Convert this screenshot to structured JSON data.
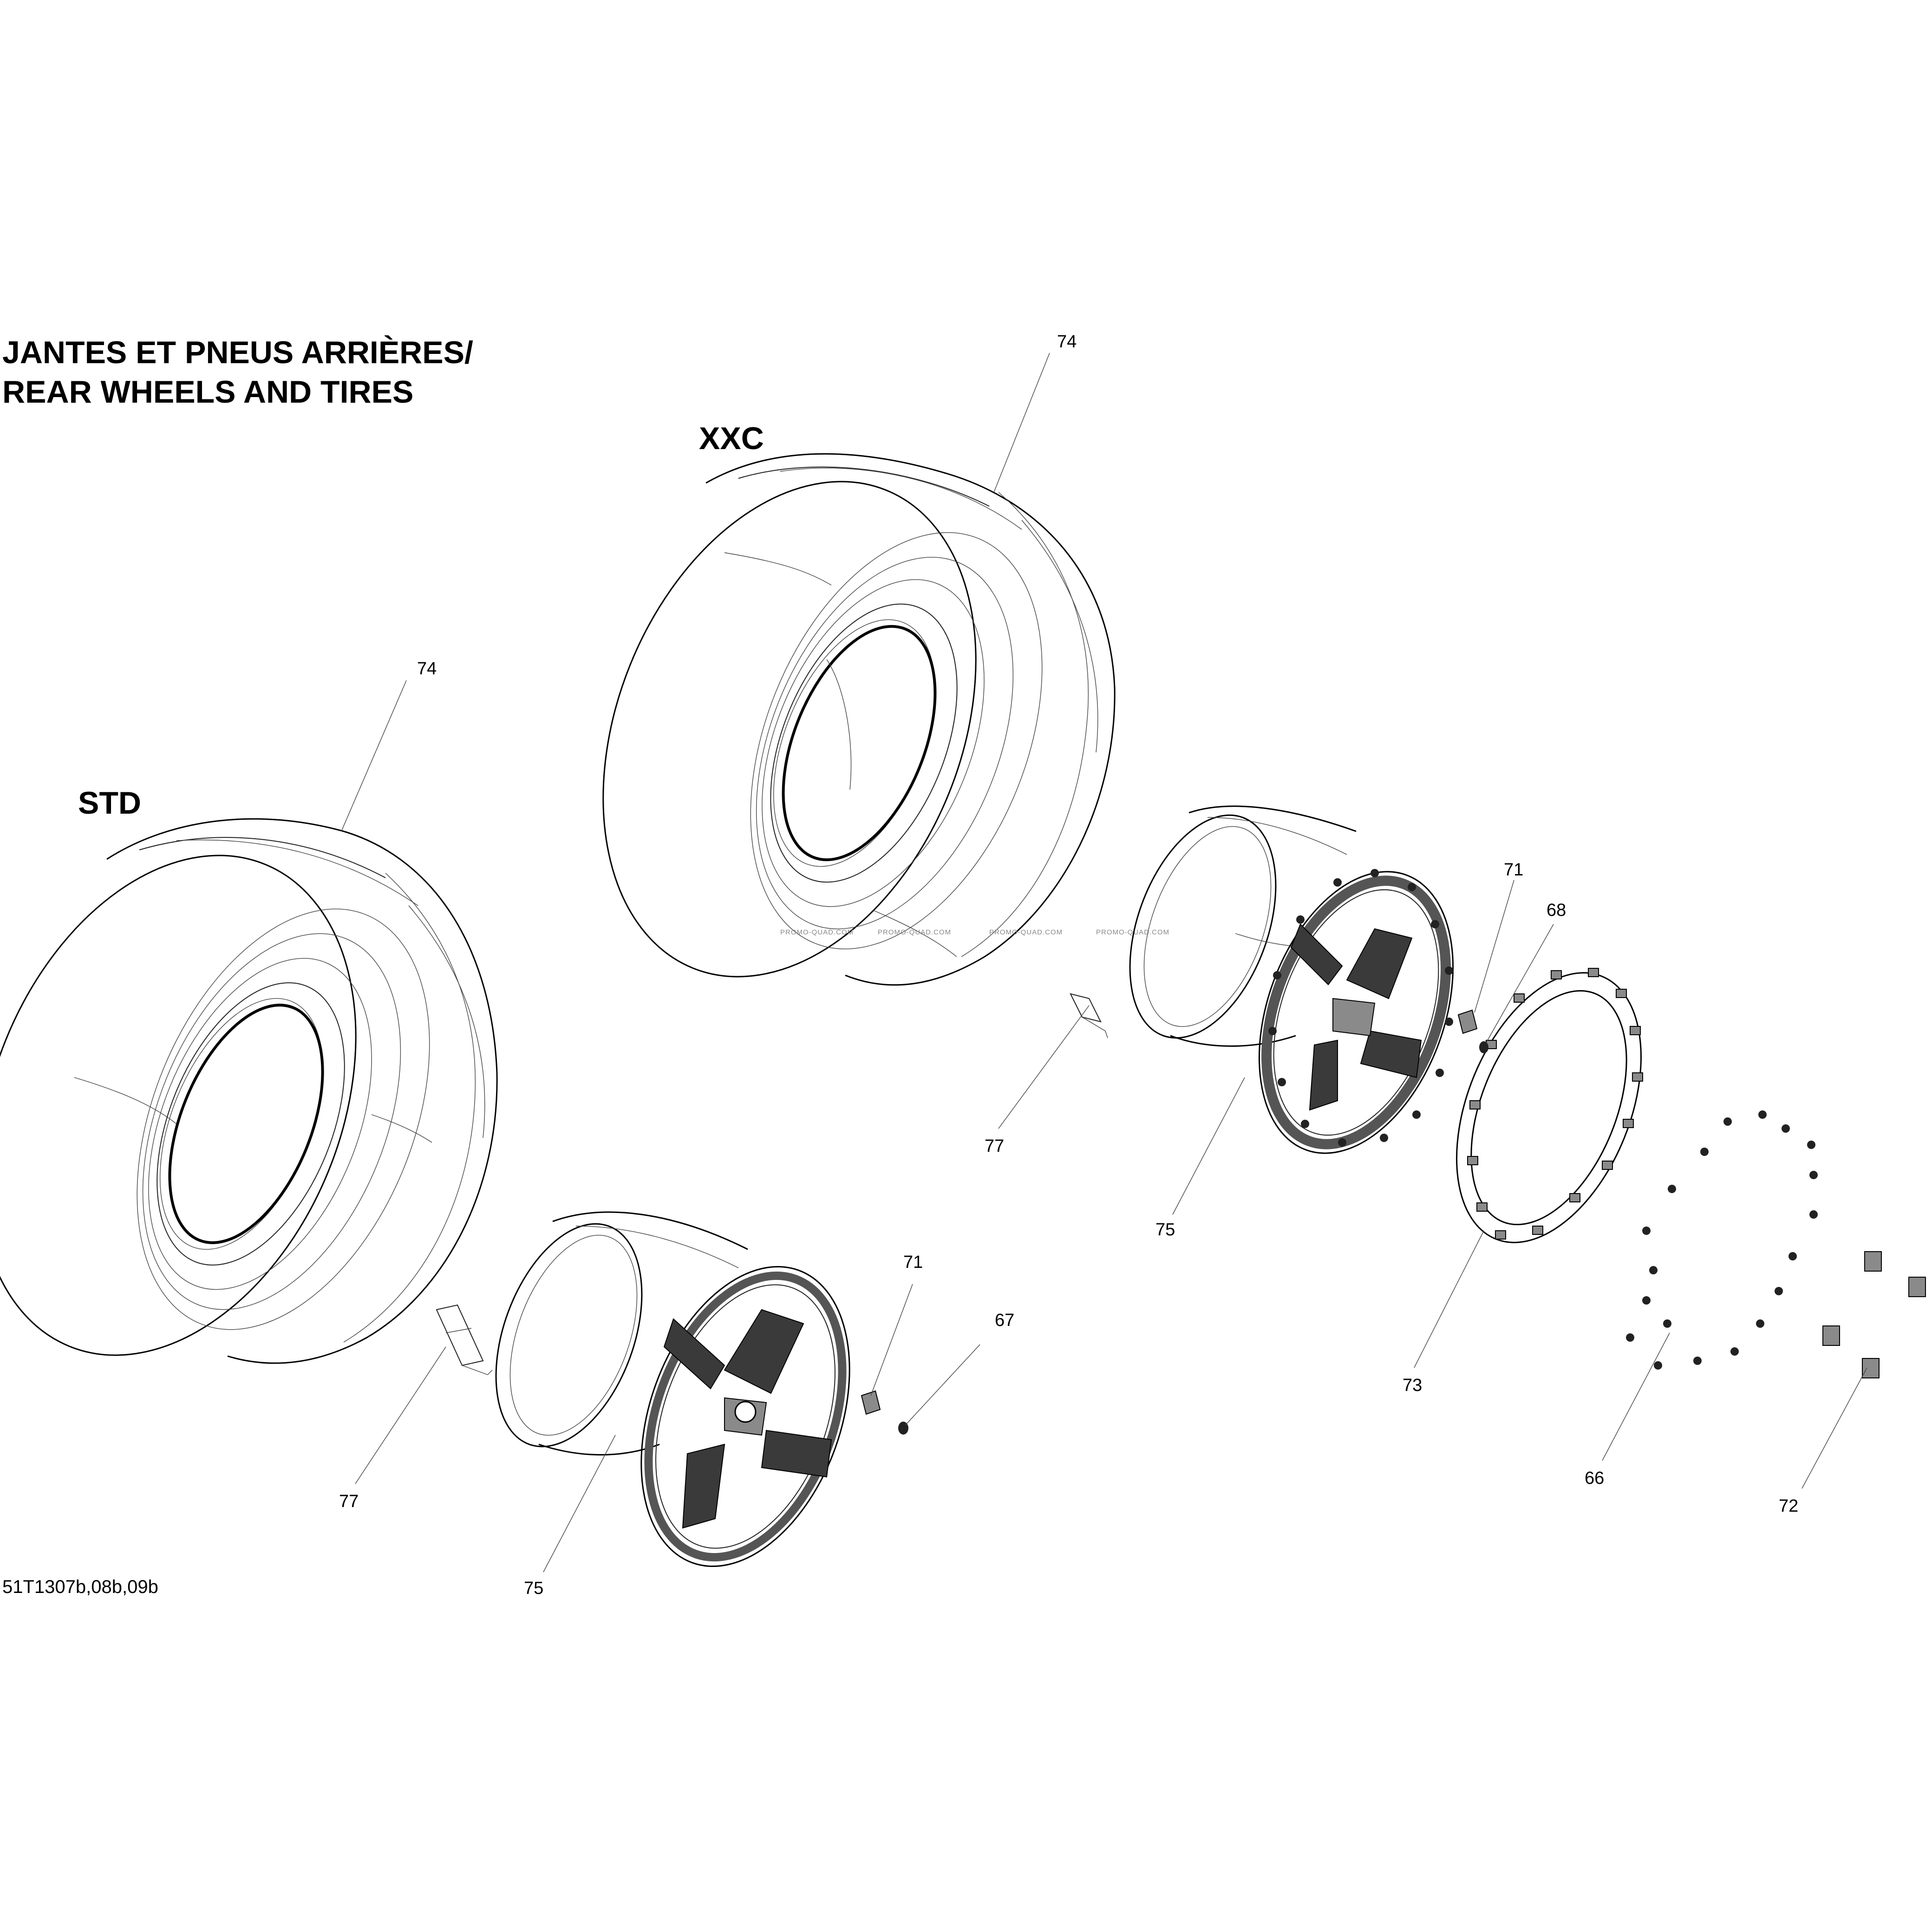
{
  "title": {
    "line1": "JANTES ET PNEUS ARRIÈRES/",
    "line2": "REAR WHEELS AND TIRES"
  },
  "variants": {
    "xxc": "XXC",
    "std": "STD"
  },
  "drawing_code": "51T1307b,08b,09b",
  "watermark": "PROMO-QUAD.COM",
  "callouts": {
    "tire_xxc": "74",
    "tire_std": "74",
    "weight_upper": "77",
    "weight_lower": "77",
    "rim_upper": "75",
    "rim_lower": "75",
    "valve_upper": "71",
    "valve_lower": "71",
    "valve_cap_upper": "68",
    "valve_cap_lower": "67",
    "beadlock_ring": "73",
    "ring_screw": "66",
    "wheel_nut": "72"
  }
}
